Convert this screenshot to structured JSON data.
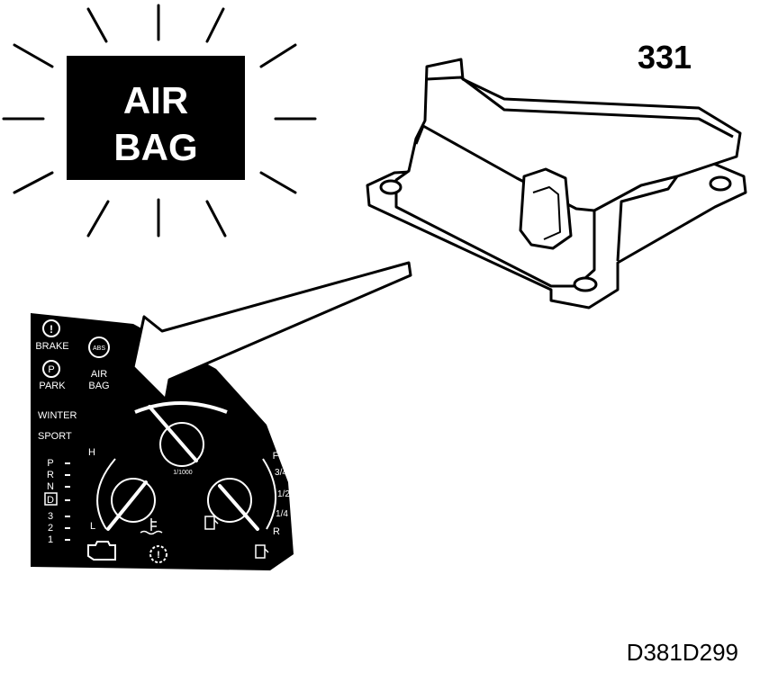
{
  "warning_lamp": {
    "line1": "AIR",
    "line2": "BAG"
  },
  "part_number": "331",
  "cluster": {
    "brake_icon": "!",
    "brake_label": "BRAKE",
    "park_icon": "P",
    "park_label": "PARK",
    "abs_icon": "ABS",
    "airbag_line1": "AIR",
    "airbag_line2": "BAG",
    "winter": "WINTER",
    "sport": "SPORT",
    "gears": [
      "P",
      "R",
      "N",
      "D",
      "3",
      "2",
      "1"
    ],
    "temp_high": "H",
    "temp_low": "L",
    "fuel_full": "F",
    "fuel_three_quarter": "3/4",
    "fuel_half": "1/2",
    "fuel_quarter": "1/4",
    "fuel_reserve": "R",
    "tach_unit": "1/1000"
  },
  "figure_code": "D381D299",
  "colors": {
    "ink": "#000000",
    "paper": "#ffffff"
  }
}
